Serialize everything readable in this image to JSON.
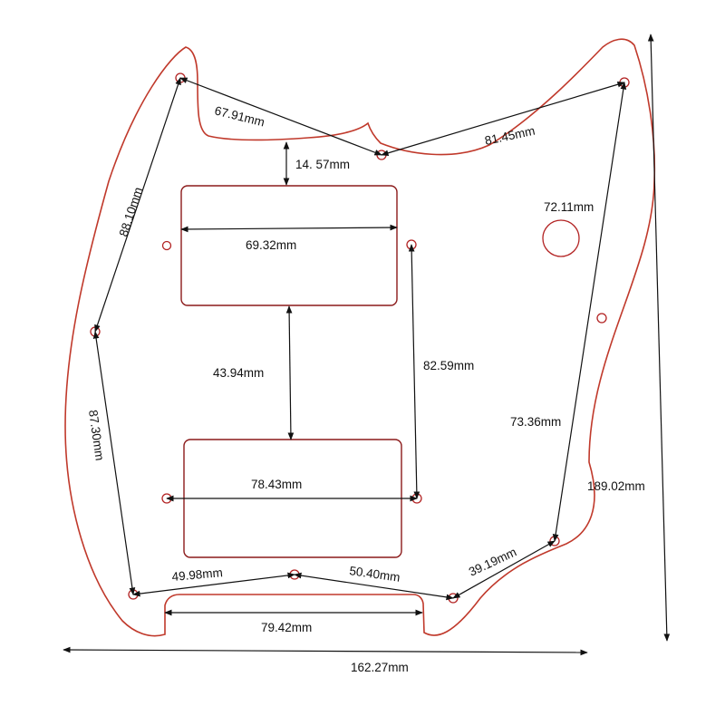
{
  "labels": {
    "d1": "67.91mm",
    "d2": "81.45mm",
    "d3": "14. 57mm",
    "d4": "72.11mm",
    "d5": "88.10mm",
    "d6": "69.32mm",
    "d7": "43.94mm",
    "d8": "82.59mm",
    "d9": "87.30mm",
    "d10": "73.36mm",
    "d11": "78.43mm",
    "d12": "189.02mm",
    "d13": "39.19mm",
    "d14": "49.98mm",
    "d15": "50.40mm",
    "d16": "79.42mm",
    "d17": "162.27mm"
  },
  "colors": {
    "outline": "#c0392b",
    "arrows": "#111111"
  }
}
